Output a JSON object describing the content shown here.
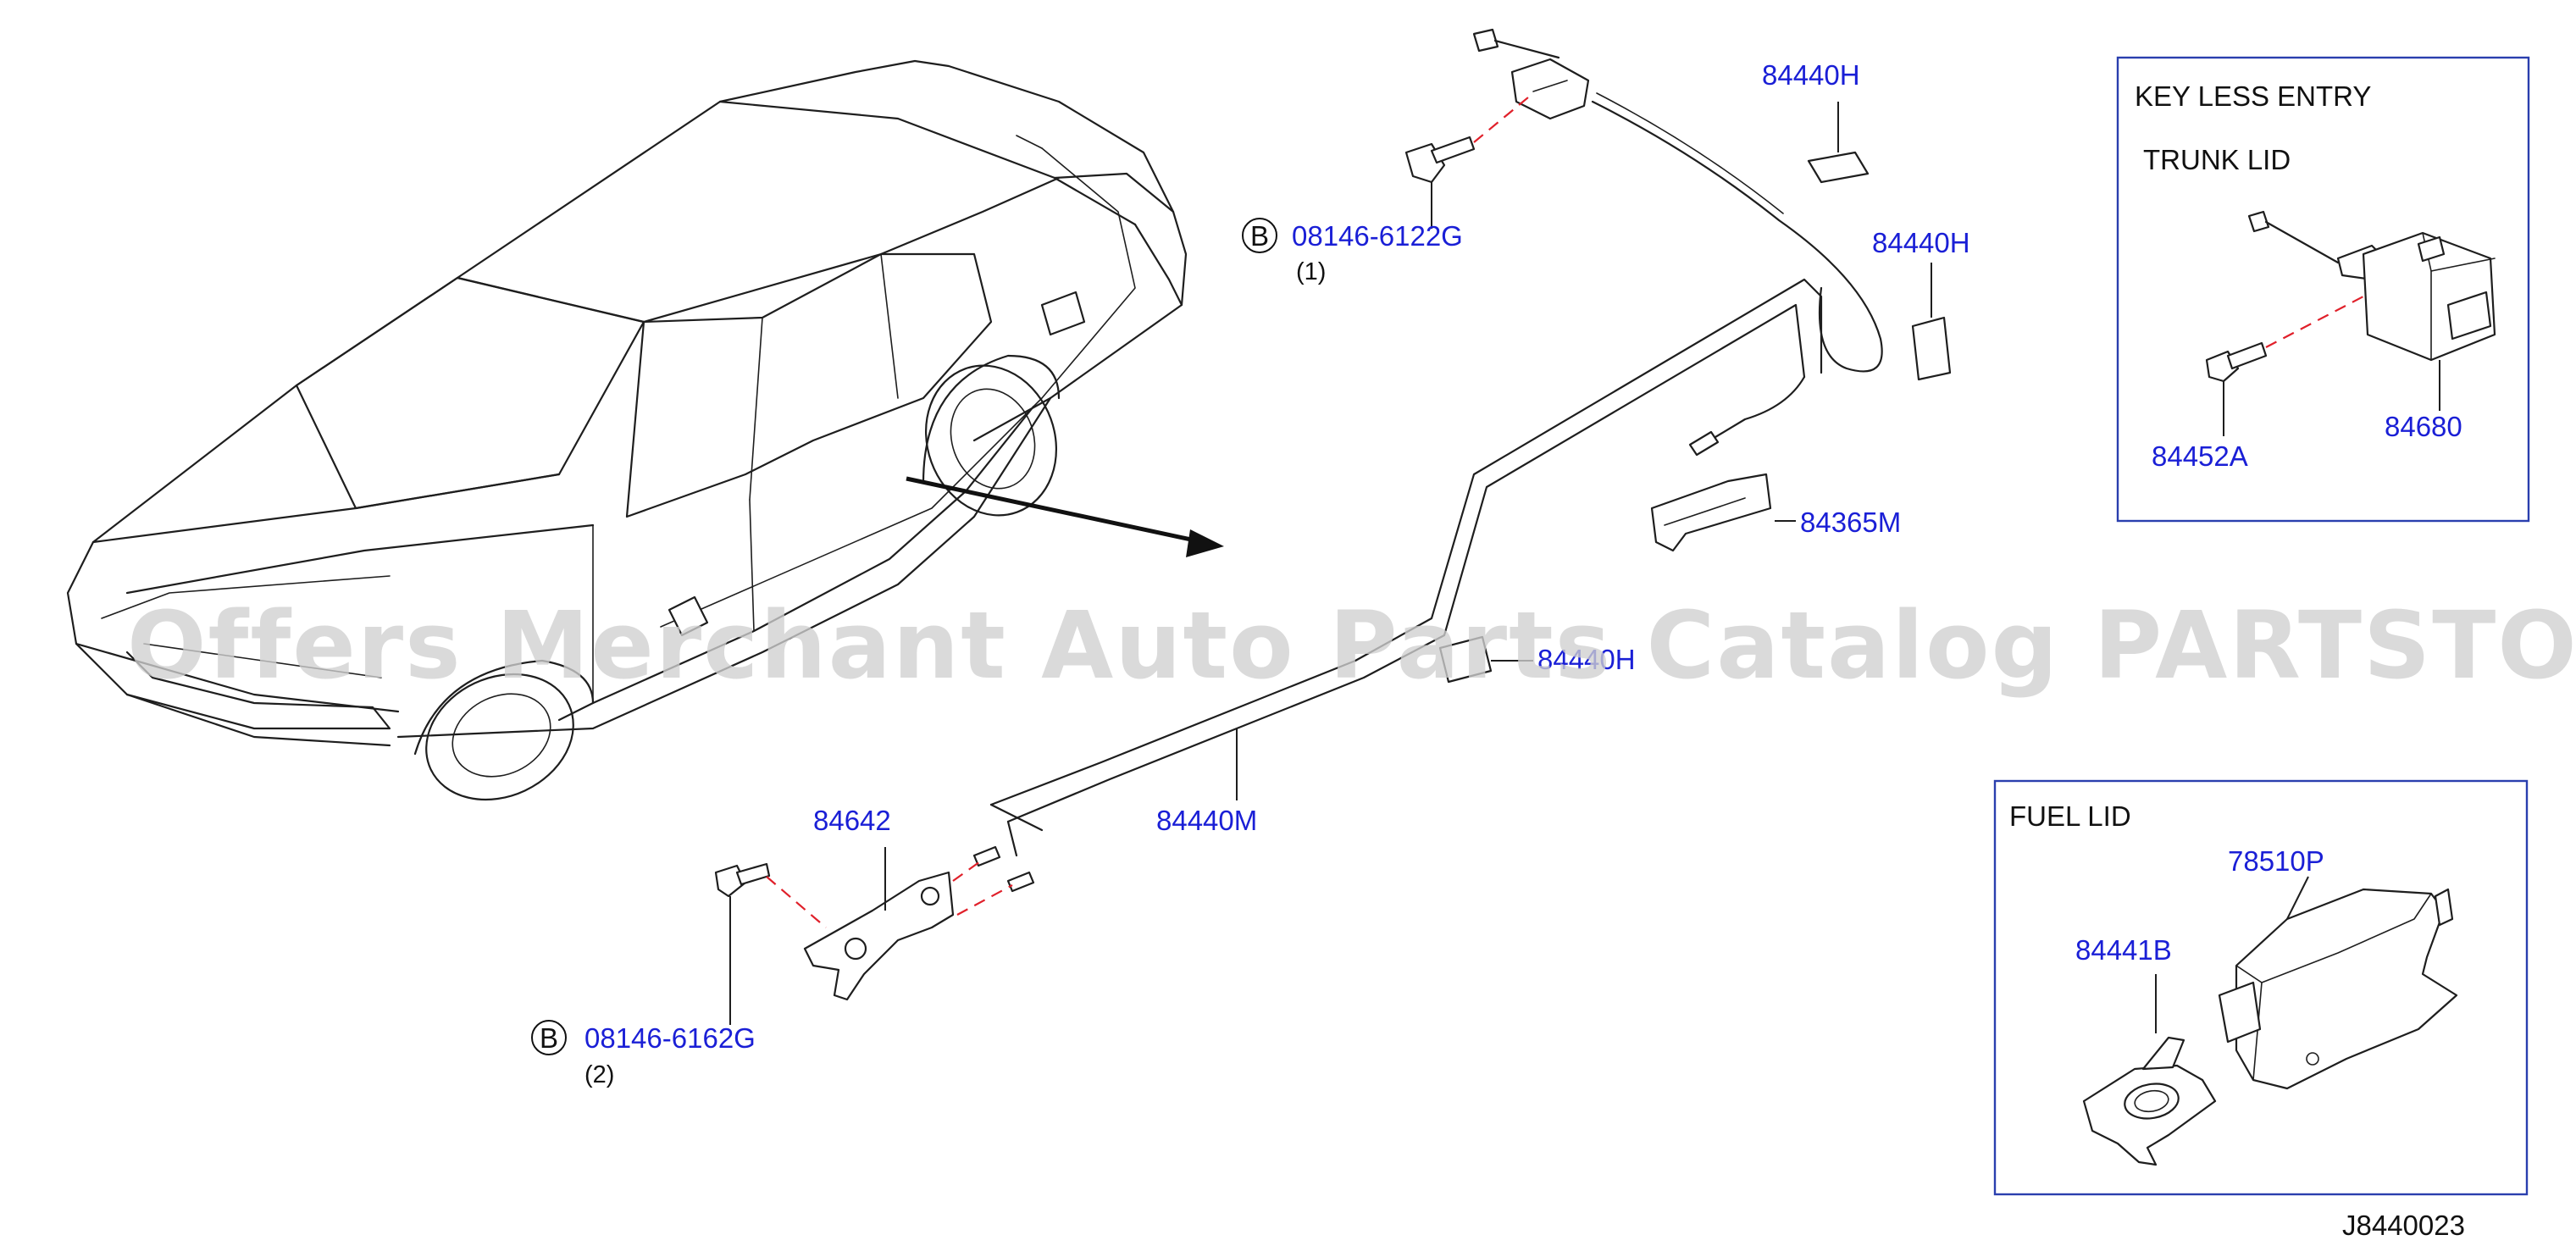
{
  "callouts": {
    "bolt_top": "08146-6122G",
    "bolt_top_qty": "(1)",
    "bolt_bottom": "08146-6162G",
    "bolt_bottom_qty": "(2)",
    "b_symbol": "B",
    "cable_tag_1": "84440H",
    "cable_tag_2": "84440H",
    "cable_tag_3": "84440H",
    "clip": "84365M",
    "main_cable": "84440M",
    "opener_lever": "84642"
  },
  "keyless_box": {
    "title_line1": "KEY  LESS  ENTRY",
    "title_line2": "TRUNK  LID",
    "bolt": "84452A",
    "actuator": "84680"
  },
  "fuel_box": {
    "title": "FUEL  LID",
    "actuator": "78510P",
    "bracket": "84441B"
  },
  "diagram_id": "J8440023",
  "watermark": "Offers Merchant Auto Parts Catalog PARTSTORE.SA",
  "colors": {
    "label": "#1a1fd6",
    "box_border": "#2a3fae",
    "dash_line": "#e0202a",
    "line": "#1e1e1e"
  }
}
